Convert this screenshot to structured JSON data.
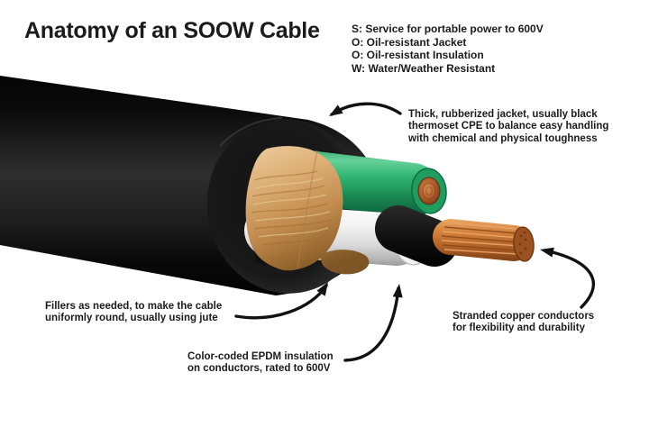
{
  "title": "Anatomy of an SOOW Cable",
  "acronym": {
    "lines": [
      "S: Service for portable power to 600V",
      "O: Oil-resistant Jacket",
      "O: Oil-resistant Insulation",
      "W: Water/Weather Resistant"
    ]
  },
  "annotations": {
    "jacket": {
      "lines": [
        "Thick, rubberized jacket, usually black",
        "thermoset CPE to balance easy handling",
        "with chemical and physical toughness"
      ]
    },
    "fillers": {
      "lines": [
        "Fillers as needed, to make the cable",
        "uniformly round, usually using jute"
      ]
    },
    "insulation": {
      "lines": [
        "Color-coded EPDM insulation",
        "on conductors, rated to 600V"
      ]
    },
    "copper": {
      "lines": [
        "Stranded copper conductors",
        "for flexibility and durability"
      ]
    }
  },
  "diagram": {
    "colors": {
      "background": "#ffffff",
      "text": "#1b1b1b",
      "arrow": "#111111",
      "jacket": "#0a0a0a",
      "jacket_face": "#1f1f1f",
      "jute": "#d3a370",
      "green_insulation": "#2fae6e",
      "white_insulation": "#f2f2f2",
      "black_insulation": "#101010",
      "copper": "#c4712f"
    }
  }
}
